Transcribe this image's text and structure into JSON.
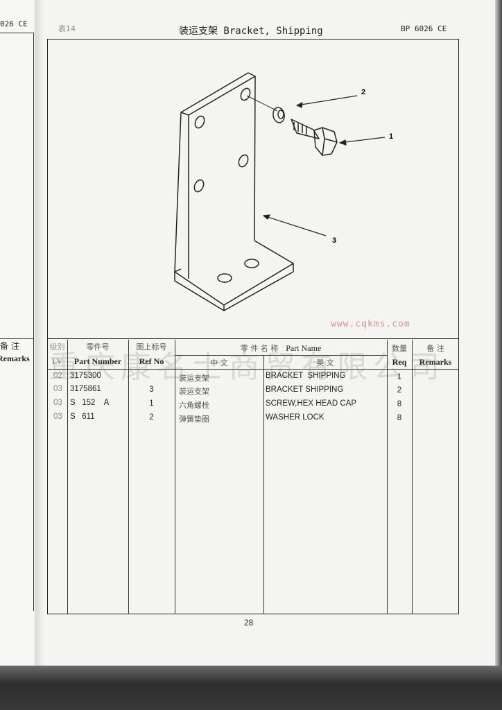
{
  "left_page": {
    "header_code": "026  CE",
    "remarks_cn": "备 注",
    "remarks_en": "Remarks"
  },
  "header": {
    "table_no": "表14",
    "title": "装运支架 Bracket, Shipping",
    "code": "BP 6026  CE"
  },
  "figure": {
    "callouts": [
      "1",
      "2",
      "3"
    ]
  },
  "watermark": {
    "text": "重庆康名士商贸有限公司",
    "url": "www.cqkms.com"
  },
  "table": {
    "headers": {
      "lv_cn": "级别",
      "lv_en": "LV",
      "part_number_cn": "零件号",
      "part_number_en": "Part Number",
      "ref_cn": "图上标号",
      "ref_en": "Ref No",
      "part_name_cn": "零 件 名 称",
      "part_name_en": "Part Name",
      "chinese": "中 文",
      "english": "英 文",
      "req_cn": "数量",
      "req_en": "Req",
      "remarks_cn": "备 注",
      "remarks_en": "Remarks"
    },
    "rows": [
      {
        "lv": "02",
        "part_number": "3175300",
        "ref": "",
        "name_cn": "装运支架",
        "name_en": "BRACKET  SHIPPING",
        "req": "1",
        "remarks": ""
      },
      {
        "lv": "03",
        "part_number": "3175861",
        "ref": "3",
        "name_cn": "装运支架",
        "name_en": "BRACKET SHIPPING",
        "req": "2",
        "remarks": ""
      },
      {
        "lv": "03",
        "part_number": "S   152    A",
        "ref": "1",
        "name_cn": "六角螺栓",
        "name_en": "SCREW,HEX HEAD CAP",
        "req": "8",
        "remarks": ""
      },
      {
        "lv": "03",
        "part_number": "S   611",
        "ref": "2",
        "name_cn": "弹簧垫圈",
        "name_en": "WASHER LOCK",
        "req": "8",
        "remarks": ""
      }
    ]
  },
  "page_number": "28"
}
